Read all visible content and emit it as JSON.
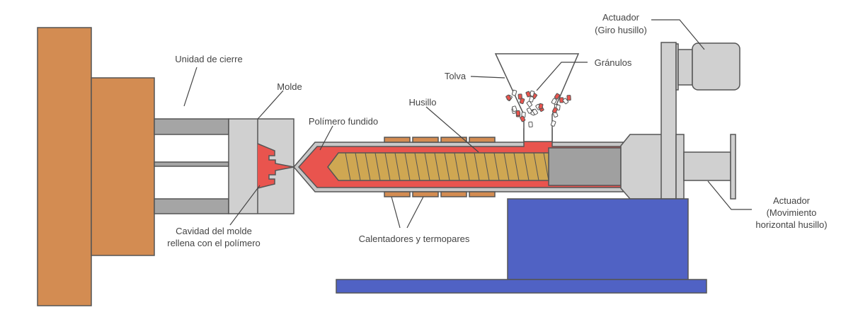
{
  "labels": {
    "clamp_unit": "Unidad de cierre",
    "mold": "Molde",
    "molten_polymer": "Polímero fundido",
    "screw": "Husillo",
    "hopper": "Tolva",
    "pellets": "Gránulos",
    "rotation_actuator_1": "Actuador",
    "rotation_actuator_2": "(Giro husillo)",
    "heaters": "Calentadores y termopares",
    "cavity_1": "Cavidad del molde",
    "cavity_2": "rellena con el polímero",
    "linear_actuator_1": "Actuador",
    "linear_actuator_2": "(Movimiento",
    "linear_actuator_3": "horizontal husillo)"
  },
  "colors": {
    "platen": "#d38c52",
    "metal_light": "#d0d0d0",
    "metal_dark": "#a0a0a0",
    "polymer": "#e9544e",
    "screw": "#cfa752",
    "heater": "#d38c52",
    "base": "#5062c4",
    "outline": "#555555"
  }
}
